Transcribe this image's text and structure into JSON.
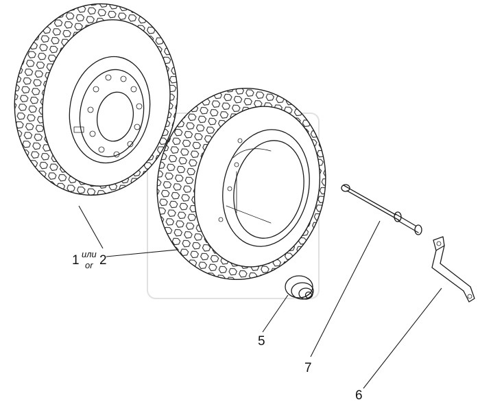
{
  "callouts": {
    "part_1": "1",
    "or_ru": "или",
    "or_en": "or",
    "part_2": "2",
    "part_5": "5",
    "part_7": "7",
    "part_6": "6"
  },
  "colors": {
    "line": "#1a1a1a",
    "watermark": "#c8c8c8"
  }
}
